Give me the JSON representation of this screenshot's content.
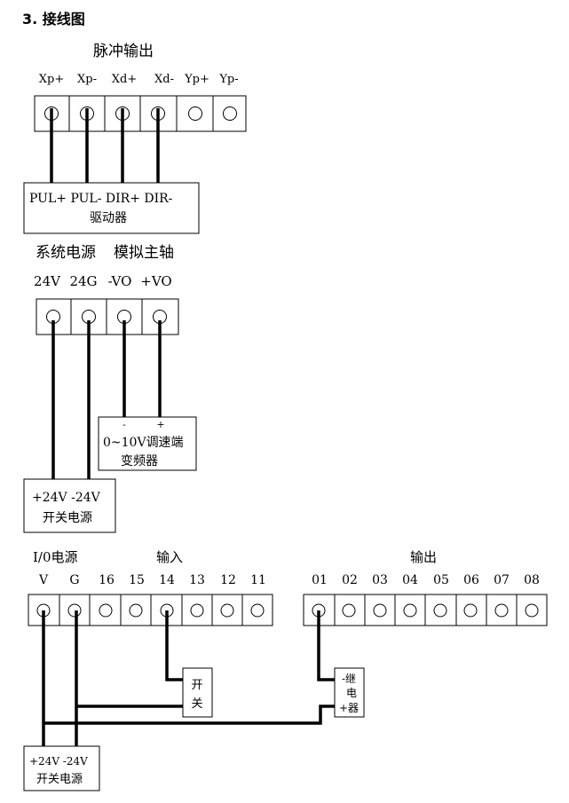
{
  "section_title": "3. 接线图",
  "pulse": {
    "title": "脉冲输出",
    "pins": [
      "Xp+",
      "Xp-",
      "Xd+",
      "Xd-",
      "Yp+",
      "Yp-"
    ],
    "driver_pins": "PUL+ PUL- DIR+ DIR-",
    "driver_label": "驱动器"
  },
  "power": {
    "title_left": "系统电源",
    "title_right": "模拟主轴",
    "pins": [
      "24V",
      "24G",
      "-VO",
      "+VO"
    ],
    "inverter": {
      "minus": "-",
      "plus": "+",
      "line1": "0~10V调速端",
      "line2": "变频器"
    },
    "psu": {
      "line1": "+24V -24V",
      "line2": "开关电源"
    }
  },
  "io": {
    "title": "I/0电源",
    "input_title": "输入",
    "output_title": "输出",
    "input_pins": [
      "V",
      "G",
      "16",
      "15",
      "14",
      "13",
      "12",
      "11"
    ],
    "output_pins": [
      "01",
      "02",
      "03",
      "04",
      "05",
      "06",
      "07",
      "08"
    ],
    "switch_label": [
      "开",
      "关"
    ],
    "relay_label": [
      "-继",
      "电",
      "+器"
    ],
    "psu": {
      "line1": "+24V -24V",
      "line2": "开关电源"
    }
  }
}
